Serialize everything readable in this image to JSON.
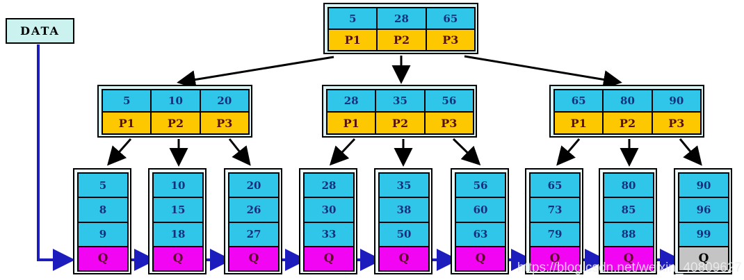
{
  "colors": {
    "cyan": "#2fc6e9",
    "gold": "#fdc800",
    "magenta": "#f205f2",
    "gray": "#c4c4c4",
    "shell": "#d9f3f5",
    "leaf_shell": "#eefafa",
    "data_fill": "#ccf2f0",
    "key_text": "#16307d",
    "ptr_text": "#551100",
    "q_text": "#5c0a28",
    "blue": "#1d1dbe",
    "black": "#000000"
  },
  "data_box": {
    "label": "DATA"
  },
  "root_node": {
    "keys": [
      "5",
      "28",
      "65"
    ],
    "pointers": [
      "P1",
      "P2",
      "P3"
    ]
  },
  "internal_nodes": [
    {
      "keys": [
        "5",
        "10",
        "20"
      ],
      "pointers": [
        "P1",
        "P2",
        "P3"
      ]
    },
    {
      "keys": [
        "28",
        "35",
        "56"
      ],
      "pointers": [
        "P1",
        "P2",
        "P3"
      ]
    },
    {
      "keys": [
        "65",
        "80",
        "90"
      ],
      "pointers": [
        "P1",
        "P2",
        "P3"
      ]
    }
  ],
  "leaf_nodes": [
    {
      "values": [
        "5",
        "8",
        "9"
      ],
      "queue_label": "Q"
    },
    {
      "values": [
        "10",
        "15",
        "18"
      ],
      "queue_label": "Q"
    },
    {
      "values": [
        "20",
        "26",
        "27"
      ],
      "queue_label": "Q"
    },
    {
      "values": [
        "28",
        "30",
        "33"
      ],
      "queue_label": "Q"
    },
    {
      "values": [
        "35",
        "38",
        "50"
      ],
      "queue_label": "Q"
    },
    {
      "values": [
        "56",
        "60",
        "63"
      ],
      "queue_label": "Q"
    },
    {
      "values": [
        "65",
        "73",
        "79"
      ],
      "queue_label": "Q"
    },
    {
      "values": [
        "80",
        "85",
        "88"
      ],
      "queue_label": "Q"
    },
    {
      "values": [
        "90",
        "96",
        "99"
      ],
      "queue_label": "Q"
    }
  ],
  "watermark": {
    "text": "https://blog.csdn.net/weixin_40809627"
  }
}
